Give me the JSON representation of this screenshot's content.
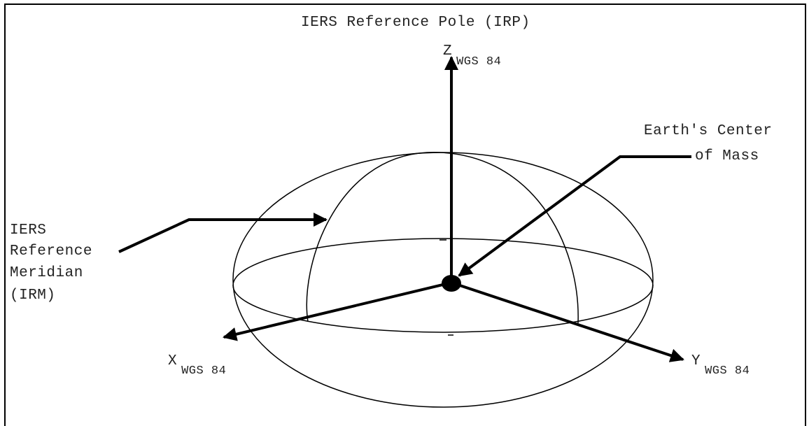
{
  "title": "IERS Reference Pole (IRP)",
  "z_axis": {
    "letter": "Z",
    "sub": "WGS 84"
  },
  "x_axis": {
    "letter": "X",
    "sub": "WGS 84"
  },
  "y_axis": {
    "letter": "Y",
    "sub": "WGS 84"
  },
  "center_label": {
    "line1": "Earth's Center",
    "line2": "of Mass"
  },
  "meridian_label": {
    "line1": "IERS",
    "line2": "Reference",
    "line3": "Meridian",
    "line4": "(IRM)"
  },
  "colors": {
    "stroke": "#000000",
    "text": "#222222"
  }
}
